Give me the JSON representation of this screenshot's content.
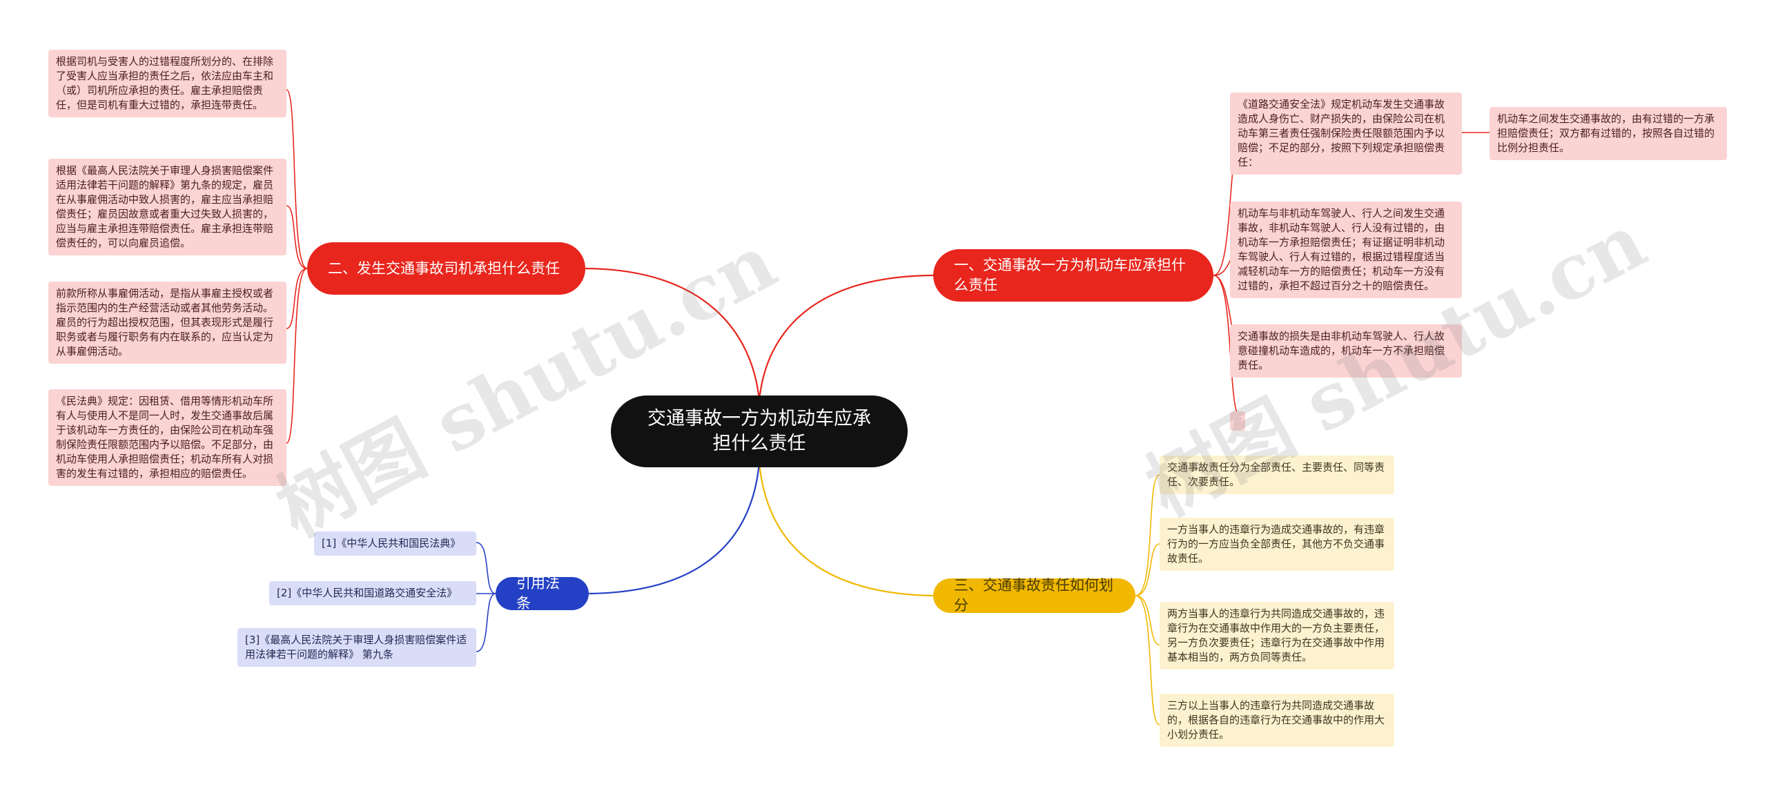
{
  "root": {
    "title": "交通事故一方为机动车应承担什么责任"
  },
  "branches": {
    "b1": {
      "label": "一、交通事故一方为机动车应承担什么责任",
      "color": "#e8261d",
      "items": [
        "《道路交通安全法》规定机动车发生交通事故造成人身伤亡、财产损失的，由保险公司在机动车第三者责任强制保险责任限额范围内予以赔偿；不足的部分，按照下列规定承担赔偿责任：",
        "机动车与非机动车驾驶人、行人之间发生交通事故，非机动车驾驶人、行人没有过错的，由机动车一方承担赔偿责任；有证据证明非机动车驾驶人、行人有过错的，根据过错程度适当减轻机动车一方的赔偿责任；机动车一方没有过错的，承担不超过百分之十的赔偿责任。",
        "交通事故的损失是由非机动车驾驶人、行人故意碰撞机动车造成的，机动车一方不承担赔偿责任。"
      ],
      "sub": "机动车之间发生交通事故的，由有过错的一方承担赔偿责任；双方都有过错的，按照各自过错的比例分担责任。"
    },
    "b2": {
      "label": "二、发生交通事故司机承担什么责任",
      "color": "#e8261d",
      "items": [
        "根据司机与受害人的过错程度所划分的、在排除了受害人应当承担的责任之后，依法应由车主和（或）司机所应承担的责任。雇主承担赔偿责任，但是司机有重大过错的，承担连带责任。",
        "根据《最高人民法院关于审理人身损害赔偿案件适用法律若干问题的解释》第九条的规定，雇员在从事雇佣活动中致人损害的，雇主应当承担赔偿责任；雇员因故意或者重大过失致人损害的，应当与雇主承担连带赔偿责任。雇主承担连带赔偿责任的，可以向雇员追偿。",
        "前款所称从事雇佣活动，是指从事雇主授权或者指示范围内的生产经营活动或者其他劳务活动。雇员的行为超出授权范围，但其表现形式是履行职务或者与履行职务有内在联系的，应当认定为从事雇佣活动。",
        "《民法典》规定：因租赁、借用等情形机动车所有人与使用人不是同一人时，发生交通事故后属于该机动车一方责任的，由保险公司在机动车强制保险责任限额范围内予以赔偿。不足部分，由机动车使用人承担赔偿责任；机动车所有人对损害的发生有过错的，承担相应的赔偿责任。"
      ]
    },
    "b3": {
      "label": "三、交通事故责任如何划分",
      "color": "#f0b800",
      "items": [
        "交通事故责任分为全部责任、主要责任、同等责任、次要责任。",
        "一方当事人的违章行为造成交通事故的，有违章行为的一方应当负全部责任，其他方不负交通事故责任。",
        "两方当事人的违章行为共同造成交通事故的，违章行为在交通事故中作用大的一方负主要责任，另一方负次要责任；违章行为在交通事故中作用基本相当的，两方负同等责任。",
        "三方以上当事人的违章行为共同造成交通事故的，根据各自的违章行为在交通事故中的作用大小划分责任。"
      ]
    },
    "b4": {
      "label": "引用法条",
      "color": "#2441c6",
      "items": [
        "[1]《中华人民共和国民法典》",
        "[2]《中华人民共和国道路交通安全法》",
        "[3]《最高人民法院关于审理人身损害赔偿案件适用法律若干问题的解释》 第九条"
      ]
    }
  },
  "watermark": "树图 shutu.cn"
}
